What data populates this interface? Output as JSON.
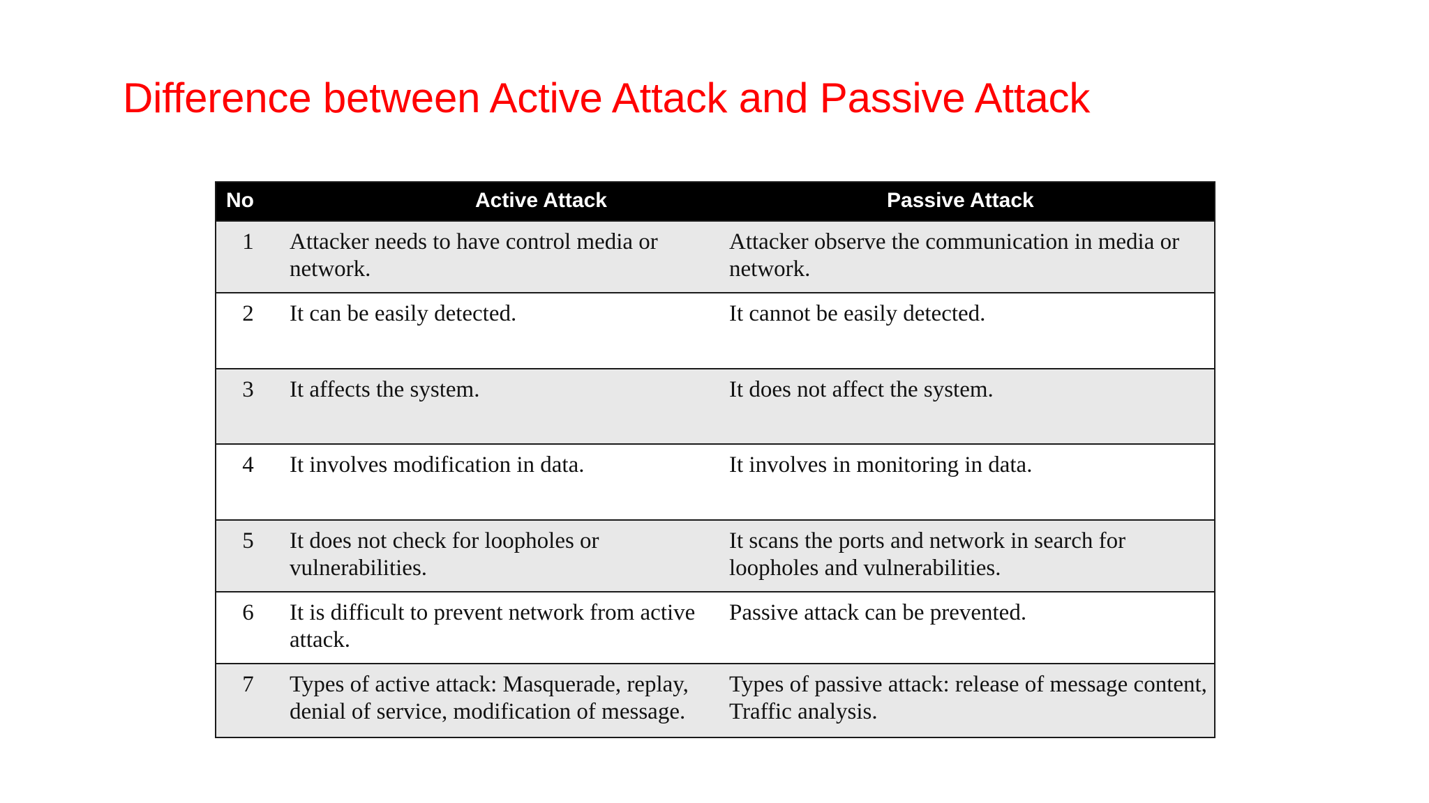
{
  "slide": {
    "title": "Difference between Active Attack and Passive Attack",
    "title_color": "#FF0000",
    "background_color": "#FFFFFF"
  },
  "table": {
    "header_background": "#000000",
    "header_text_color": "#FFFFFF",
    "shaded_row_color": "#E8E8E8",
    "plain_row_color": "#FFFFFF",
    "border_color": "#1A1A1A",
    "columns": [
      "No",
      "Active Attack",
      "Passive Attack"
    ],
    "rows": [
      {
        "no": "1",
        "active": "Attacker needs to have control media or network.",
        "passive": "Attacker observe the communication in media or network."
      },
      {
        "no": "2",
        "active": "It can be easily detected.",
        "passive": "It cannot be easily detected."
      },
      {
        "no": "3",
        "active": "It affects the system.",
        "passive": "It does not affect the system."
      },
      {
        "no": "4",
        "active": "It involves modification in data.",
        "passive": "It involves in monitoring in data."
      },
      {
        "no": "5",
        "active": "It does not check for loopholes or vulnerabilities.",
        "passive": "It scans the ports and network in search for loopholes and vulnerabilities."
      },
      {
        "no": "6",
        "active": "It is difficult to prevent network from active attack.",
        "passive": "Passive attack can be prevented."
      },
      {
        "no": "7",
        "active": "Types of active attack: Masquerade, replay, denial of service, modification of message.",
        "passive": "Types of passive attack: release of message content, Traffic analysis."
      }
    ]
  }
}
